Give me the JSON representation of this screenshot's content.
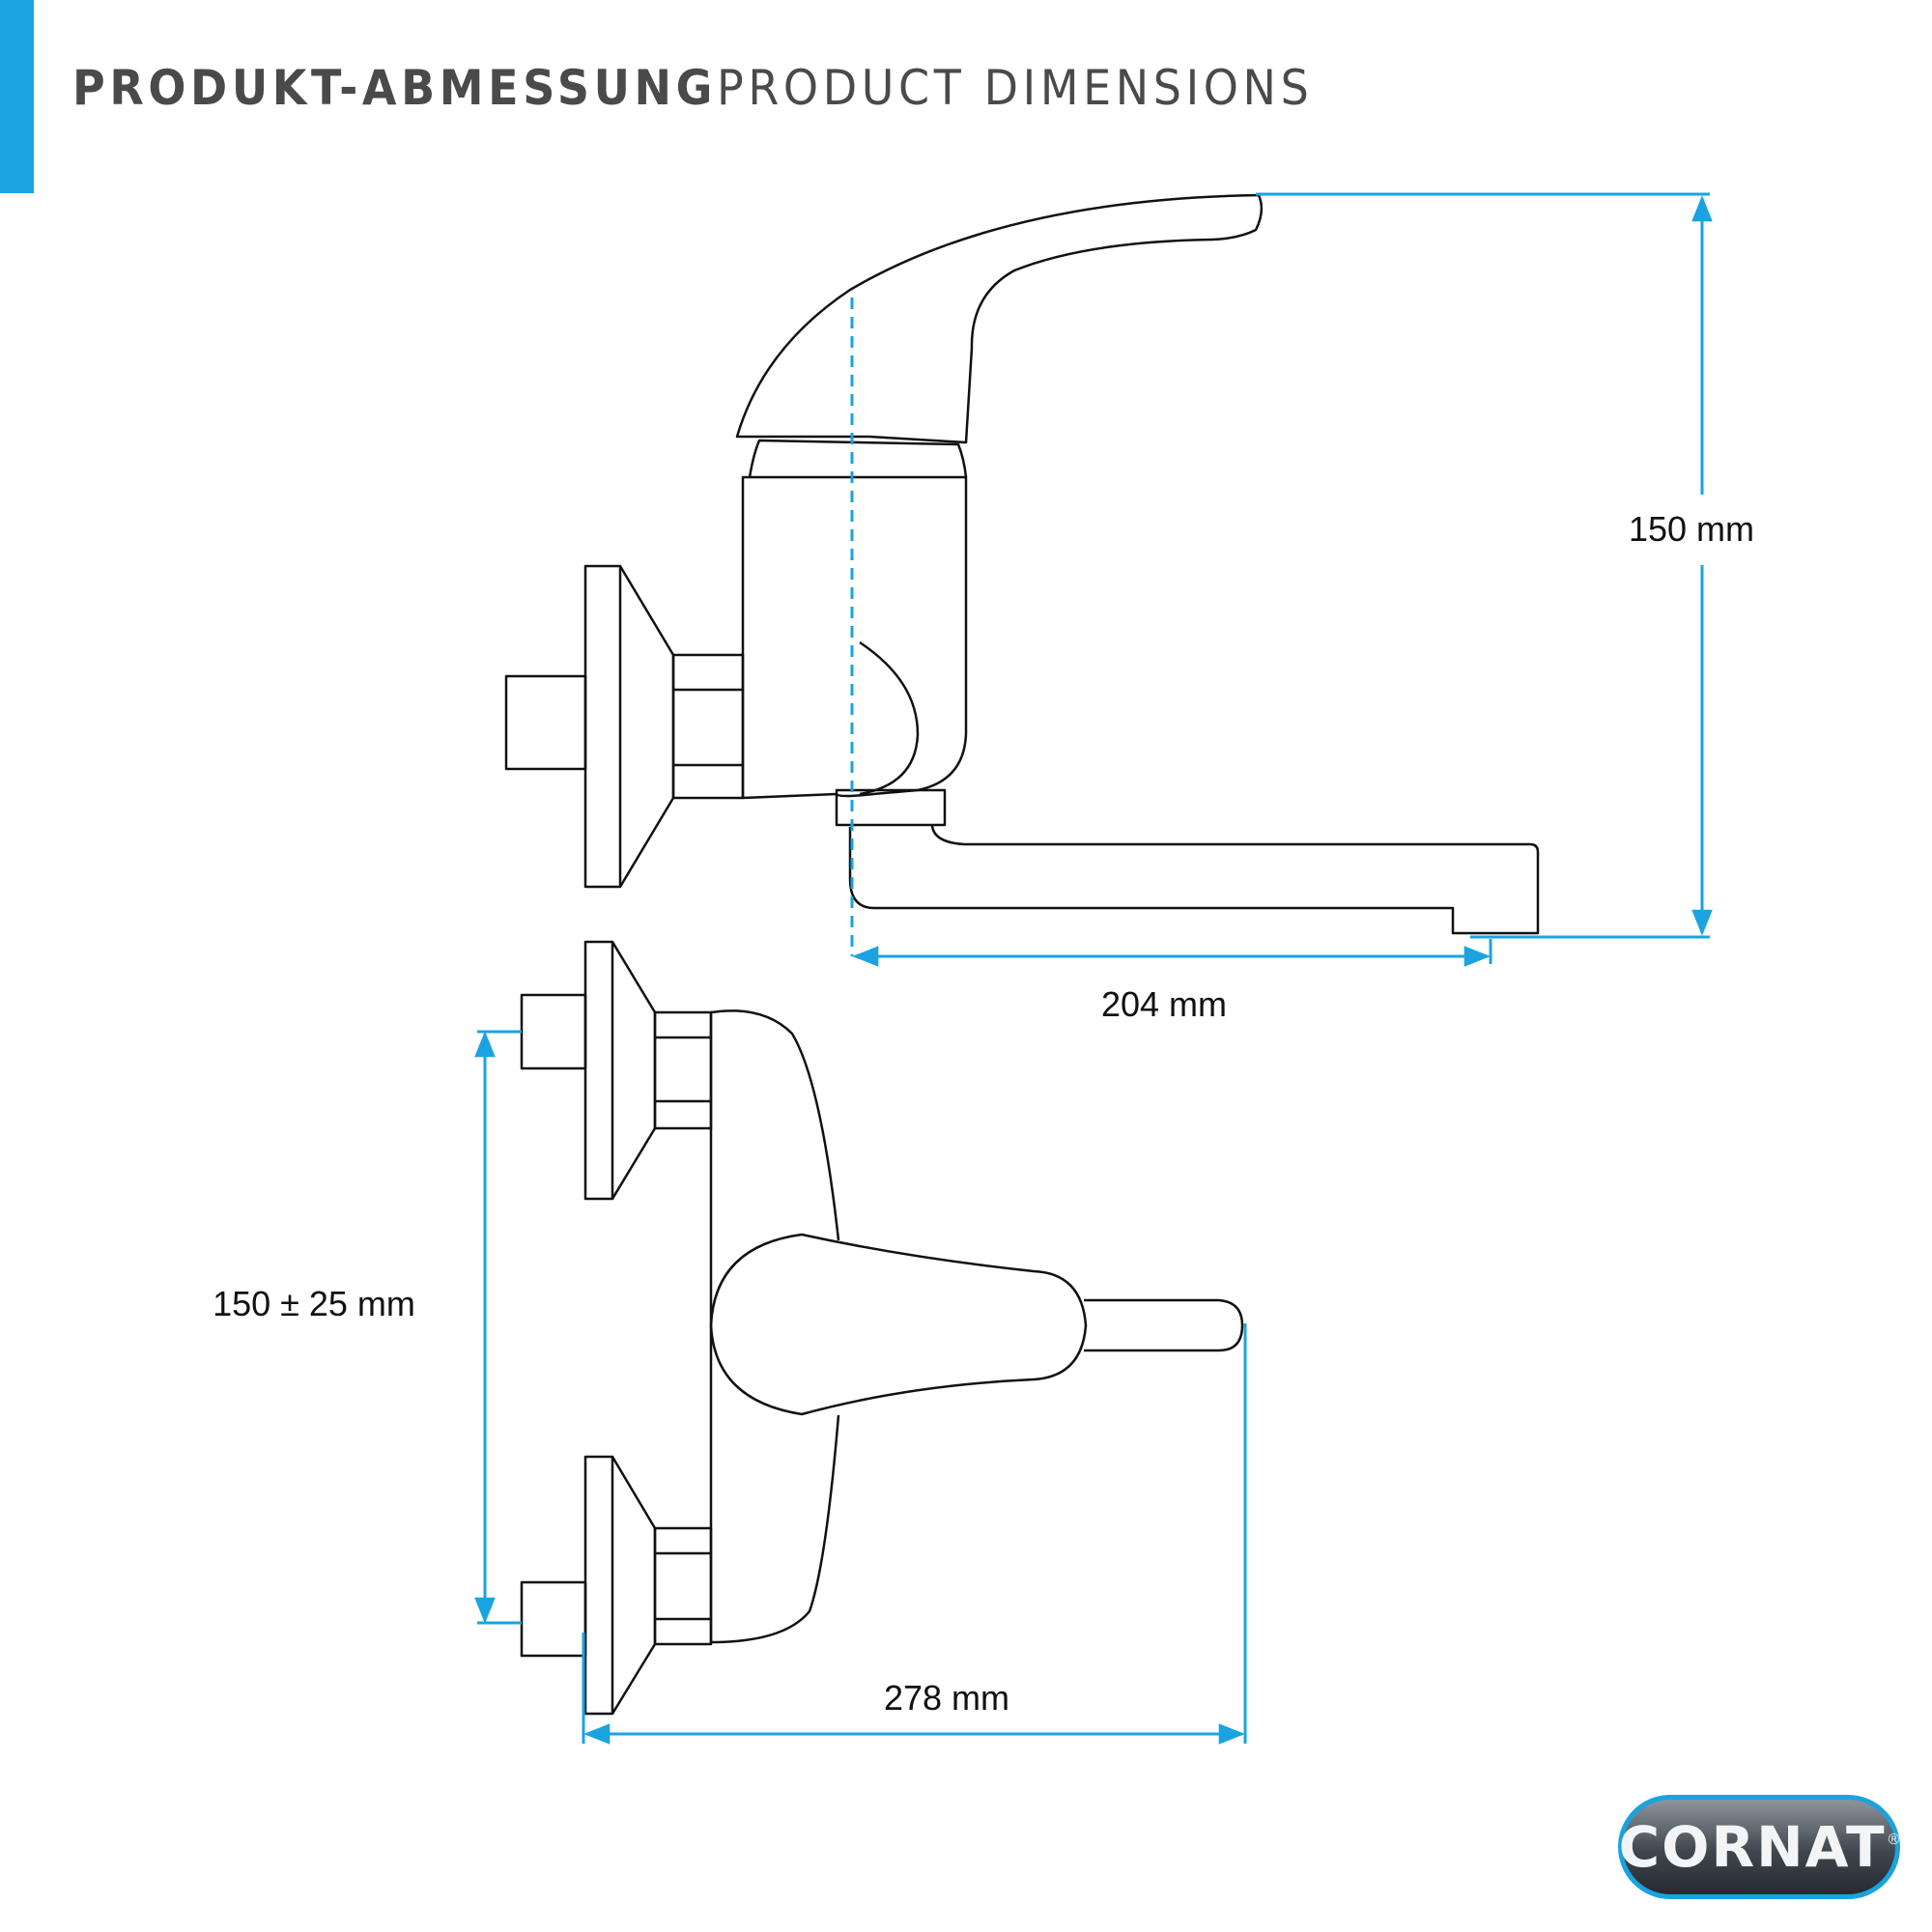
{
  "header": {
    "title_de": "PRODUKT-ABMESSUNG",
    "title_en": "PRODUCT DIMENSIONS",
    "accent_color": "#1aa3e0"
  },
  "side_view": {
    "height_label": "150 mm",
    "reach_label": "204 mm"
  },
  "front_view": {
    "spacing_label": "150 ± 25 mm",
    "width_label": "278 mm"
  },
  "colors": {
    "outline": "#111111",
    "dimension": "#1aa3e0"
  },
  "logo": {
    "brand": "CORNAT",
    "mark": "®"
  }
}
